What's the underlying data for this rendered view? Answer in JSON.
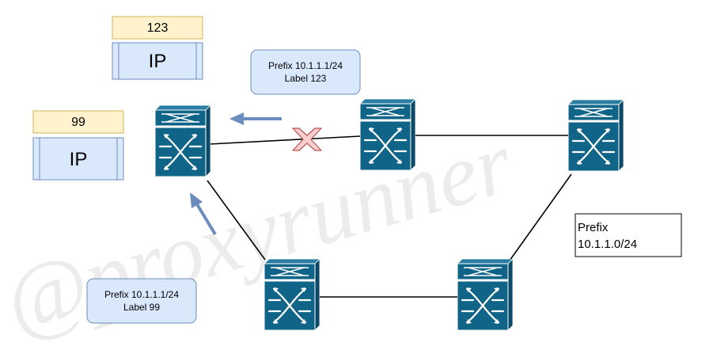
{
  "watermark": "@proxyrunner",
  "stacks": [
    {
      "label": "123",
      "payload": "IP"
    },
    {
      "label": "99",
      "payload": "IP"
    }
  ],
  "callouts": [
    {
      "line1": "Prefix 10.1.1.1/24",
      "line2": "Label 123"
    },
    {
      "line1": "Prefix 10.1.1.1/24",
      "line2": "Label 99"
    }
  ],
  "prefix_box": {
    "line1": "Prefix",
    "line2": "10.1.1.0/24"
  },
  "colors": {
    "router_top": "#0f6487",
    "router_front": "#0a5a7e",
    "router_side": "#0a4a68",
    "label_fill": "#fff2cc",
    "label_stroke": "#d6b656",
    "ip_fill": "#dae8fc",
    "ip_stroke": "#6c8ebf",
    "arrow": "#6c8ebf",
    "fail_x": "#f8cecc",
    "fail_x_stroke": "#b85450"
  }
}
